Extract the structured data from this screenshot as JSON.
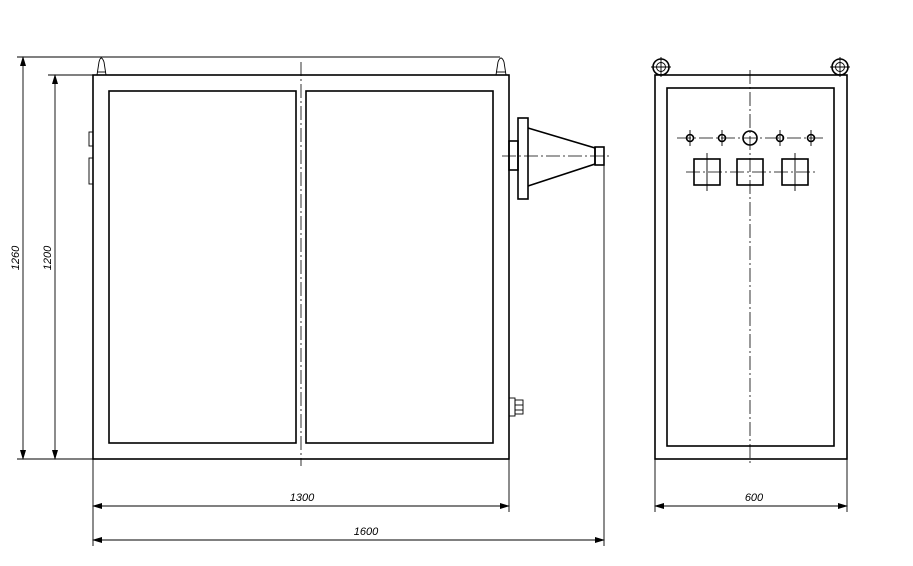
{
  "drawing": {
    "title": "",
    "views": [
      "front-view",
      "side-view"
    ]
  },
  "dimensions": {
    "overall_height": "1260",
    "body_height": "1200",
    "body_width": "1300",
    "overall_width": "1600",
    "depth": "600"
  }
}
